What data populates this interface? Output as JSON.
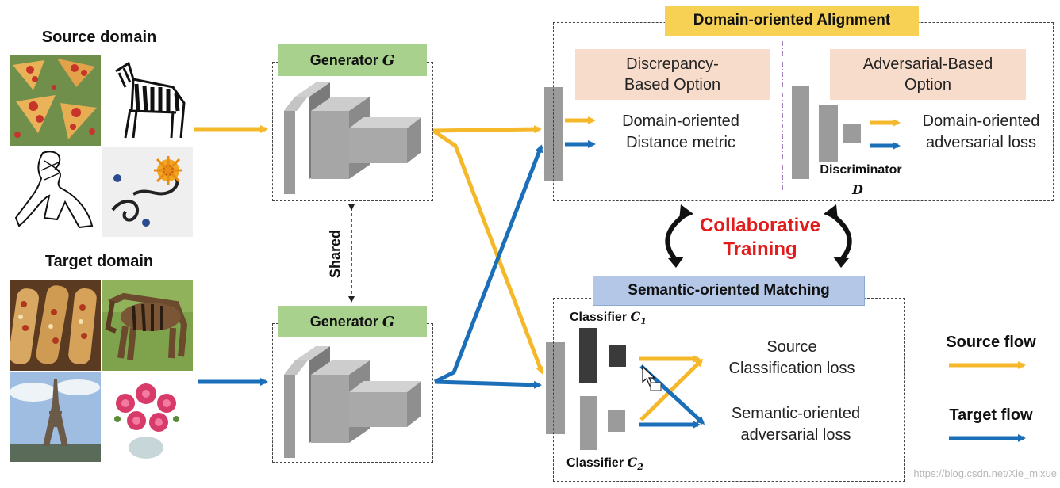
{
  "source_domain": {
    "title": "Source domain"
  },
  "target_domain": {
    "title": "Target domain"
  },
  "generators": {
    "top": {
      "label": "Generator",
      "symbol": "G"
    },
    "bottom": {
      "label": "Generator",
      "symbol": "G"
    },
    "shared_label": "Shared"
  },
  "alignment": {
    "title": "Domain-oriented Alignment",
    "discrepancy": {
      "option_title": "Discrepancy-Based Option",
      "output_lines": [
        "Domain-oriented",
        "Distance metric"
      ]
    },
    "adversarial": {
      "option_title": "Adversarial-Based Option",
      "output_lines": [
        "Domain-oriented",
        "adversarial loss"
      ]
    },
    "discriminator": {
      "label": "Discriminator",
      "symbol": "D"
    }
  },
  "collaborative": {
    "lines": [
      "Collaborative",
      "Training"
    ]
  },
  "matching": {
    "title": "Semantic-oriented Matching",
    "classifier1": {
      "label": "Classifier",
      "symbol": "C",
      "sub": "1"
    },
    "classifier2": {
      "label": "Classifier",
      "symbol": "C",
      "sub": "2"
    },
    "source_loss_lines": [
      "Source",
      "Classification loss"
    ],
    "semantic_loss_lines": [
      "Semantic-oriented",
      "adversarial loss"
    ]
  },
  "legend": {
    "source_flow": "Source flow",
    "target_flow": "Target flow"
  },
  "watermark": "https://blog.csdn.net/Xie_mixue",
  "colors": {
    "source": "#f5b82a",
    "target": "#1b6fb8",
    "collab": "#e21b1b"
  },
  "icons": [
    "pizza-image",
    "zebra-sketch-image",
    "eiffel-sketch-image",
    "flower-painting-image",
    "pizza-photo-image",
    "zebra-photo-image",
    "eiffel-photo-image",
    "flower-photo-image",
    "cursor-icon"
  ]
}
